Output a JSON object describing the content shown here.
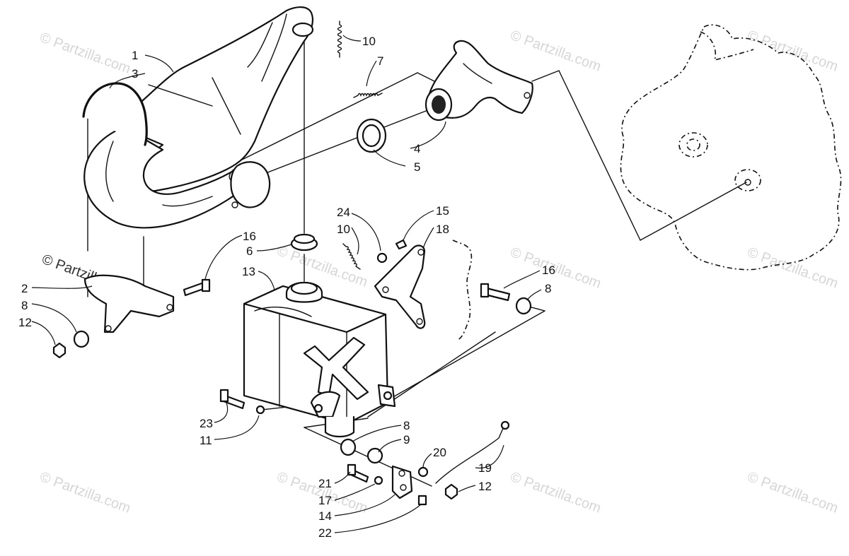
{
  "watermark": {
    "text": "© Partzilla.com",
    "color": "#d6d6d6"
  },
  "callouts": [
    "1",
    "3",
    "10",
    "7",
    "4",
    "5",
    "16",
    "6",
    "13",
    "24",
    "10",
    "15",
    "18",
    "2",
    "8",
    "12",
    "16",
    "8",
    "23",
    "11",
    "8",
    "9",
    "20",
    "19",
    "12",
    "21",
    "17",
    "14",
    "22"
  ],
  "colors": {
    "line": "#111111",
    "background": "#ffffff"
  }
}
